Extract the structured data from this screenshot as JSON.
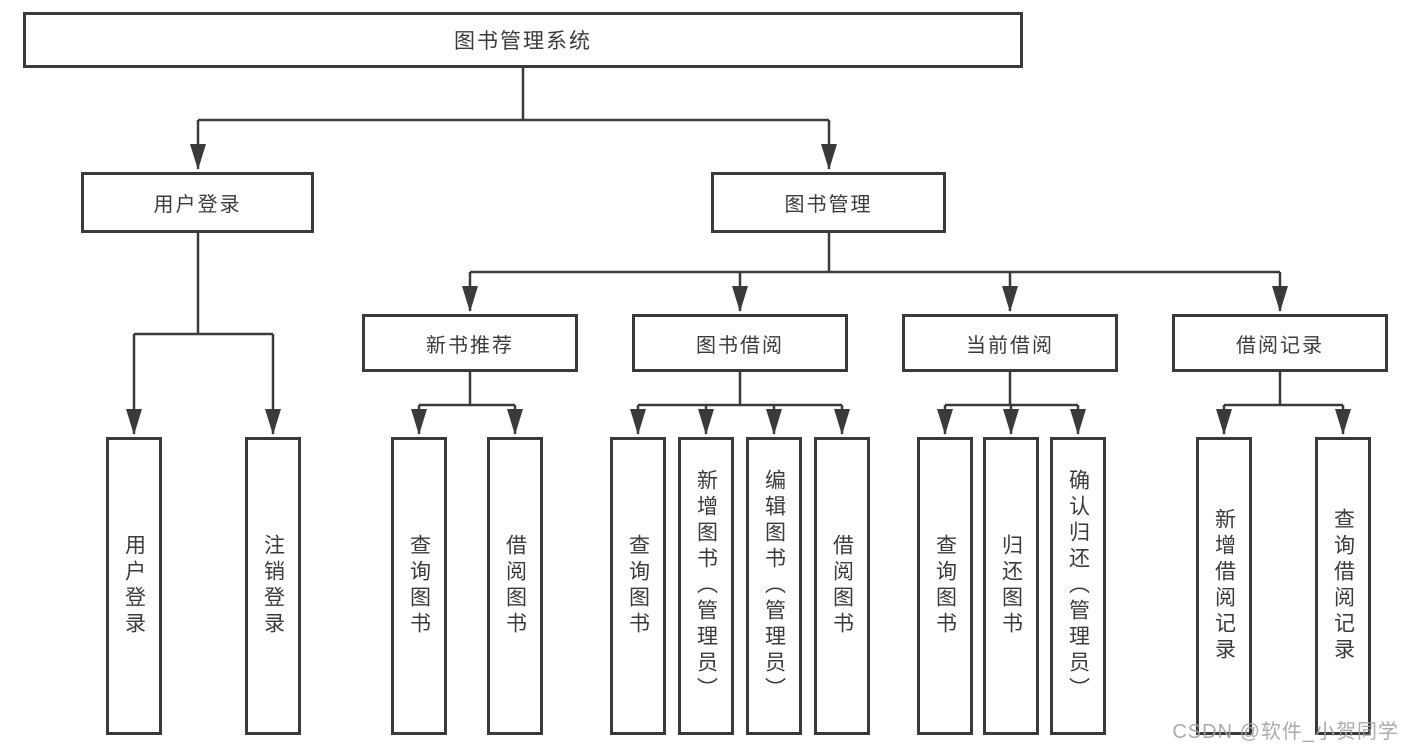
{
  "tree": {
    "root": "图书管理系统",
    "user_login": {
      "label": "用户登录",
      "children": [
        "用户登录",
        "注销登录"
      ]
    },
    "book_management": {
      "label": "图书管理",
      "modules": [
        {
          "label": "新书推荐",
          "children": [
            "查询图书",
            "借阅图书"
          ]
        },
        {
          "label": "图书借阅",
          "children": [
            "查询图书",
            "新增图书（管理员）",
            "编辑图书（管理员）",
            "借阅图书"
          ]
        },
        {
          "label": "当前借阅",
          "children": [
            "查询图书",
            "归还图书",
            "确认归还（管理员）"
          ]
        },
        {
          "label": "借阅记录",
          "children": [
            "新增借阅记录",
            "查询借阅记录"
          ]
        }
      ]
    }
  },
  "watermark": "CSDN @软件_小贺同学",
  "colors": {
    "line": "#3a3a3a",
    "text": "#3b3b3b",
    "background": "#ffffff",
    "watermark": "#a2a2a2"
  }
}
